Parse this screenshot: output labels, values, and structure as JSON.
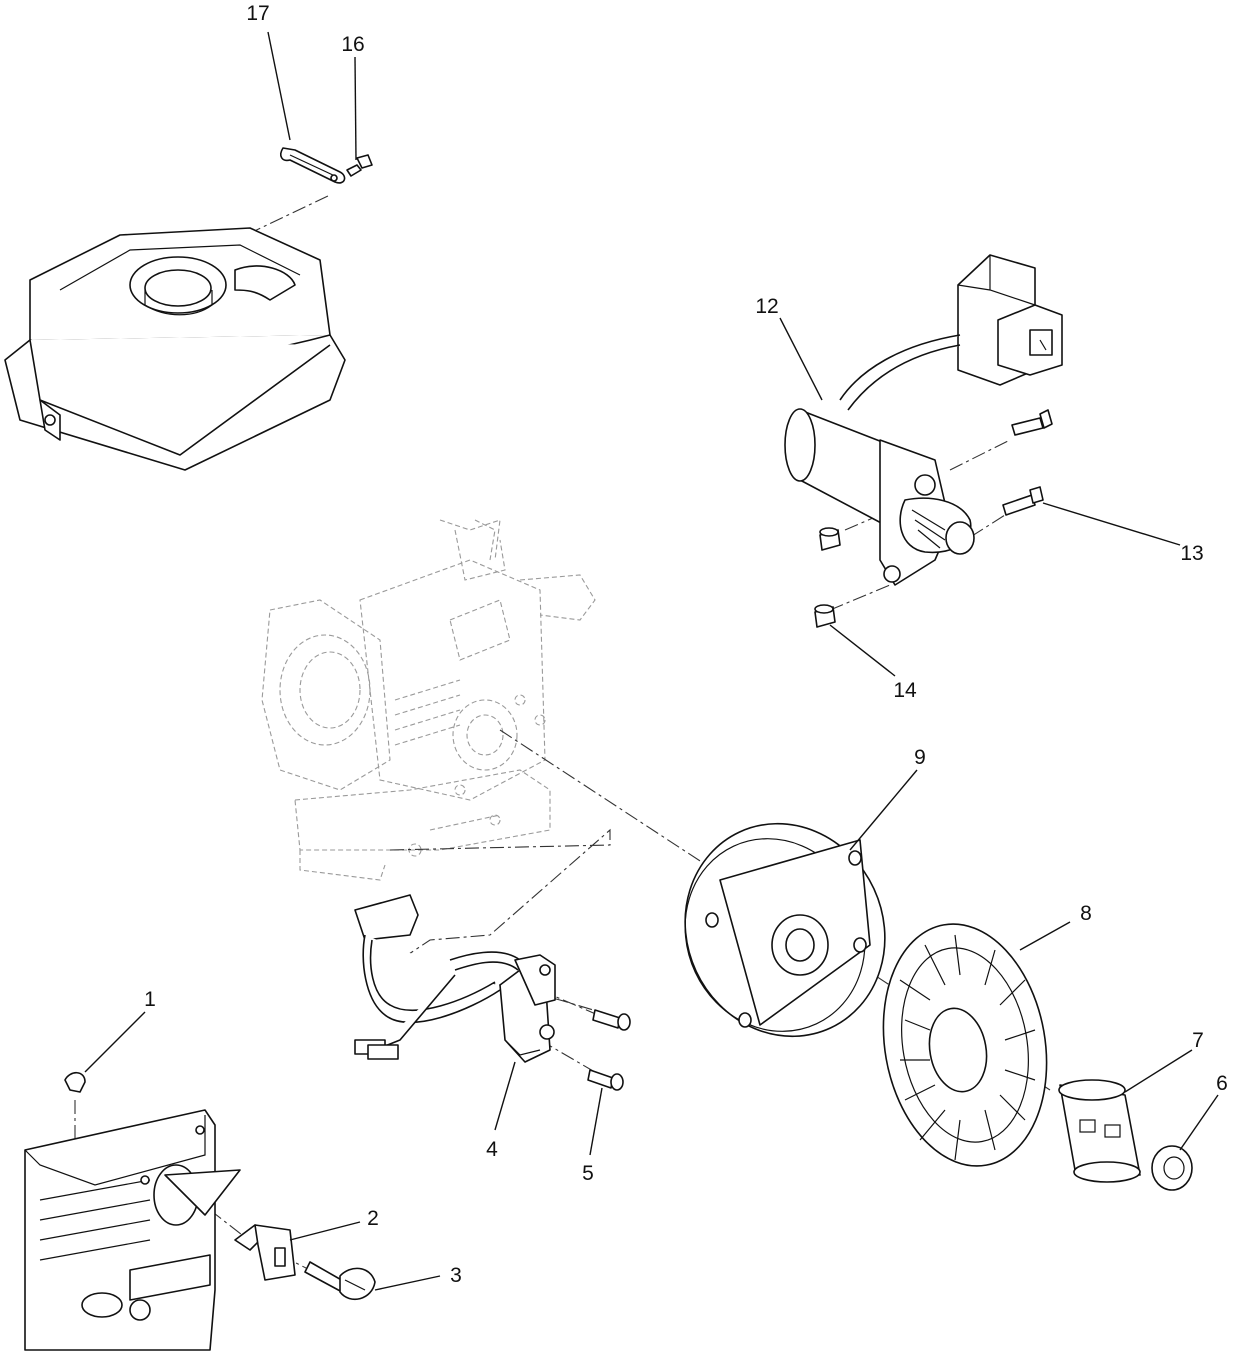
{
  "diagram": {
    "type": "exploded-parts-view",
    "callouts": [
      {
        "id": "1",
        "label": "1"
      },
      {
        "id": "2",
        "label": "2"
      },
      {
        "id": "3",
        "label": "3"
      },
      {
        "id": "4",
        "label": "4"
      },
      {
        "id": "5",
        "label": "5"
      },
      {
        "id": "6",
        "label": "6"
      },
      {
        "id": "7",
        "label": "7"
      },
      {
        "id": "8",
        "label": "8"
      },
      {
        "id": "9",
        "label": "9"
      },
      {
        "id": "12",
        "label": "12"
      },
      {
        "id": "13",
        "label": "13"
      },
      {
        "id": "14",
        "label": "14"
      },
      {
        "id": "16",
        "label": "16"
      },
      {
        "id": "17",
        "label": "17"
      }
    ]
  }
}
